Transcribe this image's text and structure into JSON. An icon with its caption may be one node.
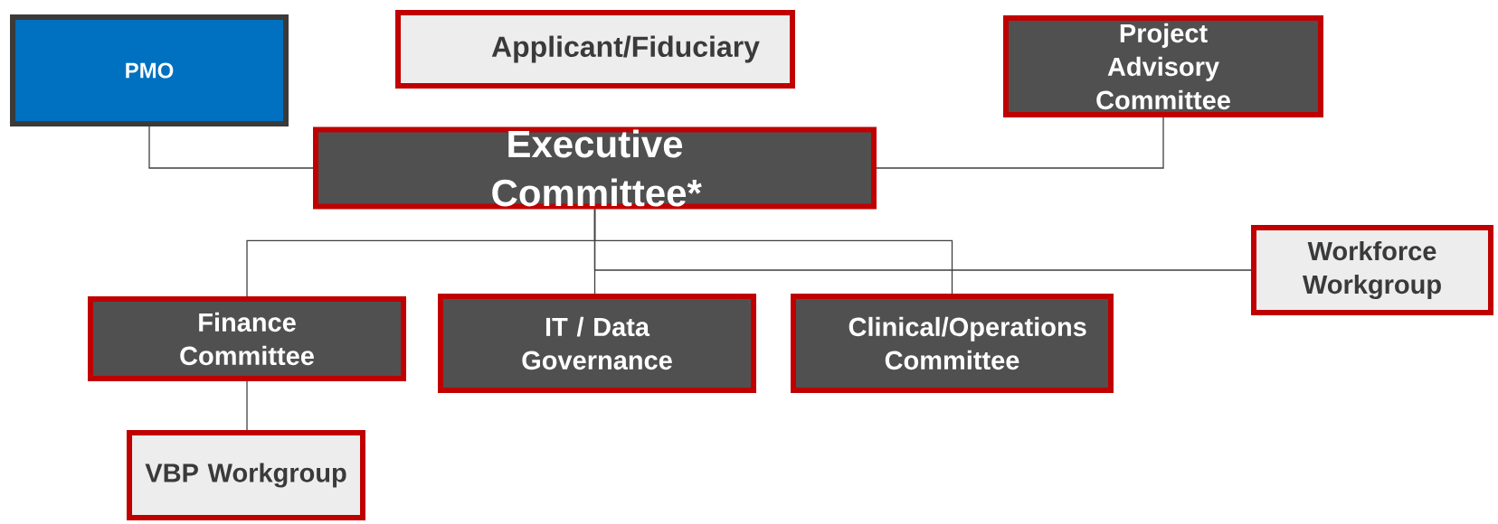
{
  "diagram": {
    "nodes": [
      {
        "text": [
          "PMO"
        ]
      },
      {
        "text": [
          "Applicant/Fiduciary"
        ]
      },
      {
        "text": [
          "Project Advisory Committee"
        ]
      },
      {
        "text": [
          "Executive Committee*"
        ]
      },
      {
        "text": [
          "Workforce Workgroup"
        ]
      },
      {
        "text": [
          "Finance Committee"
        ]
      },
      {
        "text": [
          "IT / Data Governance"
        ]
      },
      {
        "text": [
          "Clinical/Operations Committee"
        ]
      },
      {
        "text": [
          "VBP Workgroup"
        ]
      }
    ],
    "edges": [
      {
        "from": 0,
        "to": 3,
        "arrow": "none"
      },
      {
        "from": 3,
        "to": 2,
        "arrow": "none"
      },
      {
        "from": 3,
        "to": 4,
        "arrow": "none"
      },
      {
        "from": 3,
        "to": 5,
        "arrow": "none"
      },
      {
        "from": 3,
        "to": 6,
        "arrow": "none"
      },
      {
        "from": 3,
        "to": 7,
        "arrow": "none"
      },
      {
        "from": 5,
        "to": 8,
        "arrow": "none"
      }
    ]
  }
}
